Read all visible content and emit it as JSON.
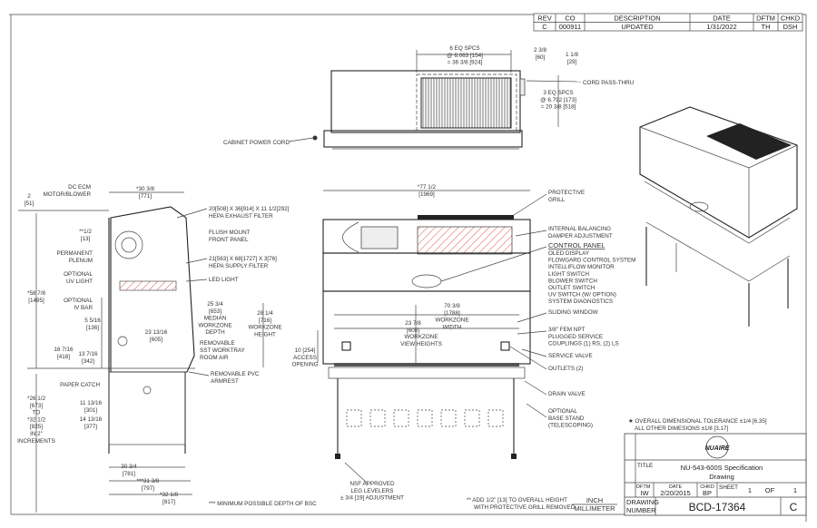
{
  "revision_table": {
    "headers": [
      "REV",
      "CO",
      "DESCRIPTION",
      "DATE",
      "DFTM",
      "CHKD"
    ],
    "row": [
      "C",
      "000911",
      "UPDATED",
      "1/31/2022",
      "TH",
      "DSH"
    ]
  },
  "labels": {
    "top_spacing": [
      "6 EQ SPCS",
      "@ 6.063 [154]",
      "= 36 3/8 [924]"
    ],
    "top_2_3_8": [
      "2 3/8",
      "[60]"
    ],
    "top_1_1_8": [
      "1 1/8",
      "[29]"
    ],
    "cord_pass_thru": [
      "CORD PASS-THRU"
    ],
    "top_3eq": [
      "3 EQ SPCS",
      "@ 6.792 [173]",
      "= 20 3/8 [518]"
    ],
    "cabinet_power_cord": [
      "CABINET POWER CORD"
    ],
    "dc_ecm": [
      "DC ECM",
      "MOTOR/BLOWER"
    ],
    "dim_2": [
      "2",
      "[51]"
    ],
    "dim_half": [
      "**1/2",
      "[13]"
    ],
    "permanent_plenum": [
      "PERMANENT",
      "PLENUM"
    ],
    "optional_uv": [
      "OPTIONAL",
      "UV LIGHT"
    ],
    "overall_height": [
      "*58 7/8",
      "[1495]"
    ],
    "optional_iv": [
      "OPTIONAL",
      "IV BAR"
    ],
    "dim_5_5_16": [
      "5 5/16",
      "[136]"
    ],
    "dim_16_7_16": [
      "16 7/16",
      "[418]"
    ],
    "dim_13_7_16": [
      "13 7/16",
      "[342]"
    ],
    "paper_catch": [
      "PAPER CATCH"
    ],
    "stand_height": [
      "*26 1/2",
      "[673]",
      "TO",
      "*32 1/2",
      "[825]",
      "IN 2\"",
      "INCREMENTS"
    ],
    "dim_11_13_16": [
      "11 13/16",
      "[301]"
    ],
    "dim_14_13_16": [
      "14 13/16",
      "[377]"
    ],
    "dim_30_3_4": [
      "30 3/4",
      "[781]"
    ],
    "dim_31_3_8": [
      "***31 3/8",
      "[797]"
    ],
    "dim_32_1_8": [
      "*32 1/8",
      "[817]"
    ],
    "min_depth_note": [
      "*** MINIMUM POSSIBLE DEPTH OF BSC"
    ],
    "side_width": [
      "*30 3/8",
      "[771]"
    ],
    "hepa_exhaust": [
      "20[508] X 36[914] X 11 1/2[292]",
      "HEPA EXHAUST FILTER"
    ],
    "flush_mount": [
      "FLUSH MOUNT",
      "FRONT PANEL"
    ],
    "hepa_supply": [
      "21[563] X 68[1727] X 3[76]",
      "HEPA SUPPLY FILTER"
    ],
    "led_light": [
      "LED LIGHT"
    ],
    "median_depth": [
      "25 3/4",
      "[653]",
      "MEDIAN",
      "WORKZONE",
      "DEPTH"
    ],
    "dim_23_13_16": [
      "23 13/16",
      "[605]"
    ],
    "workzone_height": [
      "28 1/4",
      "[716]",
      "WORKZONE",
      "HEIGHT"
    ],
    "removable_sst": [
      "REMOVABLE",
      "SST WORKTRAY"
    ],
    "room_air": [
      "ROOM AIR"
    ],
    "removable_pvc": [
      "REMOVABLE PVC",
      "ARMREST"
    ],
    "overall_width": [
      "*77 1/2",
      "[1969]"
    ],
    "protective_grill": [
      "PROTECTIVE",
      "GRILL"
    ],
    "internal_balancing": [
      "INTERNAL BALANCING",
      "DAMPER ADJUSTMENT"
    ],
    "control_panel_items": [
      "OLED DISPLAY",
      "FLOWGARD CONTROL SYSTEM",
      "INTELLIFLOW MONITOR",
      "LIGHT SWITCH",
      "BLOWER SWITCH",
      "OUTLET SWITCH",
      "UV SWITCH (W/ OPTION)",
      "SYSTEM DIAGNOSTICS"
    ],
    "sliding_window": [
      "SLIDING WINDOW"
    ],
    "fem_npt": [
      "3/8\" FEM NPT",
      "PLUGGED SERVICE",
      "COUPLINGS (1) RS, (2) LS"
    ],
    "service_valve": [
      "SERVICE VALVE"
    ],
    "outlets": [
      "OUTLETS (2)"
    ],
    "drain_valve": [
      "DRAIN VALVE"
    ],
    "base_stand": [
      "OPTIONAL",
      "BASE STAND",
      "(TELESCOPING)"
    ],
    "workzone_width": [
      "70 3/8",
      "[1788]",
      "WORKZONE",
      "WIDTH"
    ],
    "view_height_dim": [
      "23 7/8",
      "[608]"
    ],
    "view_heights": [
      "WORKZONE",
      "VIEW HEIGHTS"
    ],
    "access_opening": [
      "10 [254]",
      "ACCESS",
      "OPENING"
    ],
    "nsf_levelers": [
      "NSF APPROVED",
      "LEG LEVELERS",
      "± 3/4 [19] ADJUSTMENT"
    ],
    "grill_note": [
      "** ADD 1/2\" [13] TO OVERALL HEIGHT",
      "WITH PROTECTIVE GRILL REMOVED"
    ],
    "tolerance": [
      "★ OVERALL DIMENSIONAL TOLERANCE ±1/4 [6.35]",
      "ALL OTHER DIMESIONS ±1/8 [3.17]"
    ]
  },
  "control_panel_heading": "CONTROL PANEL",
  "units": {
    "inch": "INCH",
    "millimeter": "MILLIMETER"
  },
  "title_block": {
    "logo_text": "NUAIRE",
    "title_label": "TITLE",
    "title": [
      "NU-543-600S Specification",
      "Drawing"
    ],
    "dftm_label": "DFTM",
    "dftm": "IW",
    "date_label": "DATE",
    "date": "2/20/2015",
    "chkd_label": "CHKD",
    "chkd": "BP",
    "sheet_label": "SHEET",
    "sheet": "1",
    "of_label": "OF",
    "of": "1",
    "drawing_number_label": [
      "DRAWING",
      "NUMBER"
    ],
    "drawing_number": "BCD-17364",
    "rev": "C"
  },
  "colors": {
    "hatch": "#e03030",
    "line": "#333333"
  }
}
